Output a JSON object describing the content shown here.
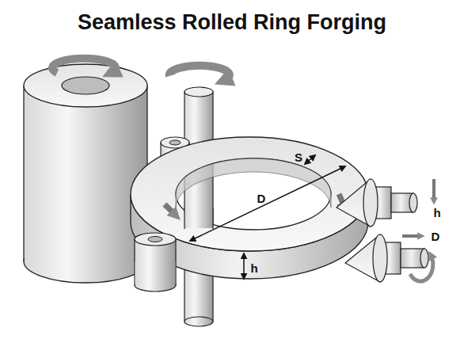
{
  "diagram": {
    "title": "Seamless Rolled Ring Forging",
    "labels": [
      "S",
      "D",
      "h",
      "D",
      "h"
    ]
  }
}
